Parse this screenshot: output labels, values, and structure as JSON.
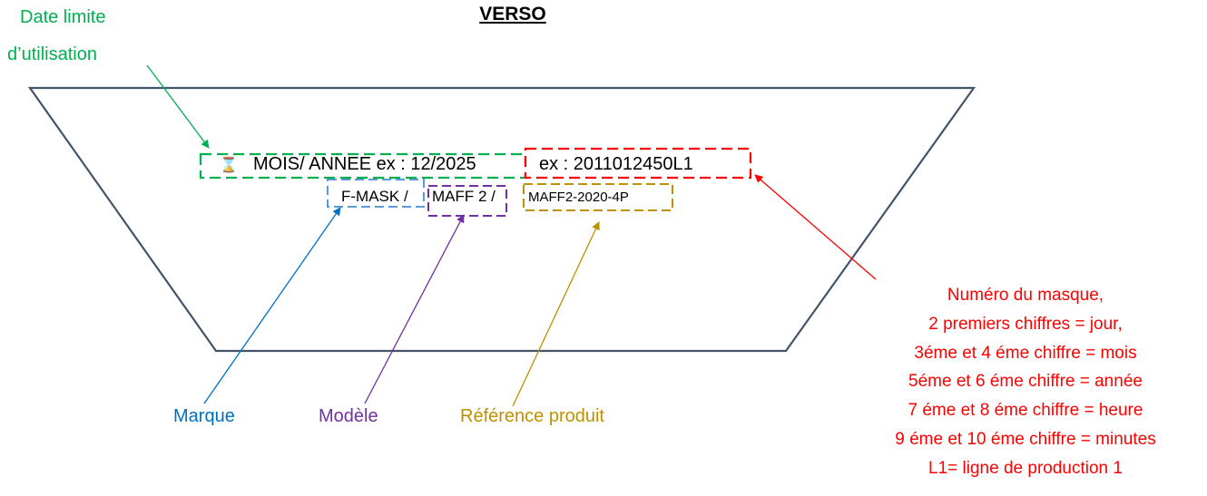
{
  "title": "VERSO",
  "labels": {
    "date_limite_line1": "Date limite",
    "date_limite_line2": "d’utilisation",
    "marque": "Marque",
    "modele": "Modèle",
    "reference": "Référence produit"
  },
  "inner": {
    "date_text": "MOIS/ ANNEE ex : 12/2025",
    "mask_number_text": "ex : 2011012450L1",
    "brand_text": "F-MASK /",
    "model_text": "MAFF 2 /",
    "reference_text": "MAFF2-2020-4P"
  },
  "mask_number_note": [
    "Numéro du masque,",
    "2 premiers chiffres = jour,",
    "3éme et 4 éme chiffre = mois",
    "5éme et 6 éme chiffre = année",
    "7 éme et 8 éme chiffre = heure",
    "9 éme et 10 éme chiffre = minutes",
    "L1= ligne de production 1"
  ],
  "icons": {
    "hourglass": "hourglass-icon"
  },
  "colors": {
    "trapezoid": "#44546a",
    "date": "#00b050",
    "mask_number": "#ff0000",
    "brand": "#5b9bd5",
    "brand_text": "#0070c0",
    "model": "#7030a0",
    "reference": "#bf9000"
  }
}
